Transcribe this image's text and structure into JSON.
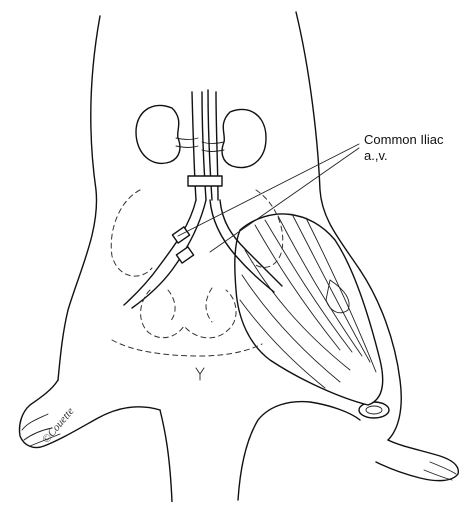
{
  "figure": {
    "label_line1": "Common Iliac",
    "label_line2": "a.,v.",
    "signature": "©Couette"
  },
  "colors": {
    "ink": "#111111",
    "background": "#ffffff"
  }
}
